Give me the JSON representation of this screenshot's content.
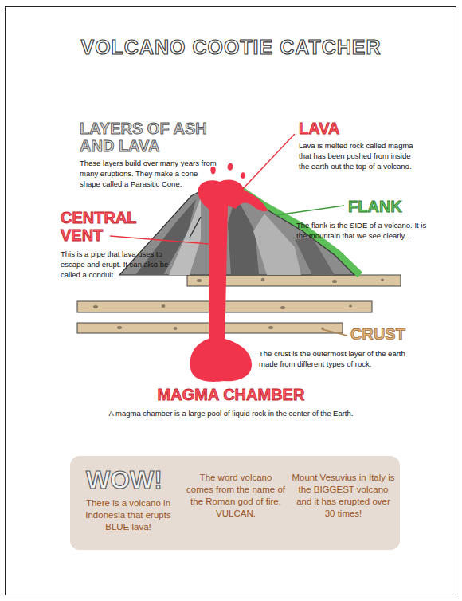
{
  "diagram": {
    "title": "VOLCANO COOTIE CATCHER",
    "nodes": [
      {
        "text": [
          "WOW!",
          "There is a volcano in Indonesia that erupts BLUE lava!",
          "The word volcano comes from the name of the Roman god of fire, VULCAN.",
          "Mount Vesuvius in Italy is the BIGGEST volcano and it has erupted over 30 times!"
        ]
      }
    ],
    "labels": [
      "LAYERS OF ASH AND LAVA",
      "These layers build over many years from many eruptions. They make a cone shape called a Parasitic Cone.",
      "LAVA",
      "Lava is melted rock called magma that has been pushed from inside the earth out the top of a volcano.",
      "FLANK",
      "The flank is the SIDE of a volcano. It is the mountain that we see clearly .",
      "CENTRAL VENT",
      "This is a pipe that lava uses to escape and erupt. It can also be called a conduit",
      "CRUST",
      "The crust is the outermost layer of the earth made from different types of rock.",
      "MAGMA CHAMBER",
      "A magma chamber is a large pool of liquid rock in the center of the Earth."
    ]
  }
}
